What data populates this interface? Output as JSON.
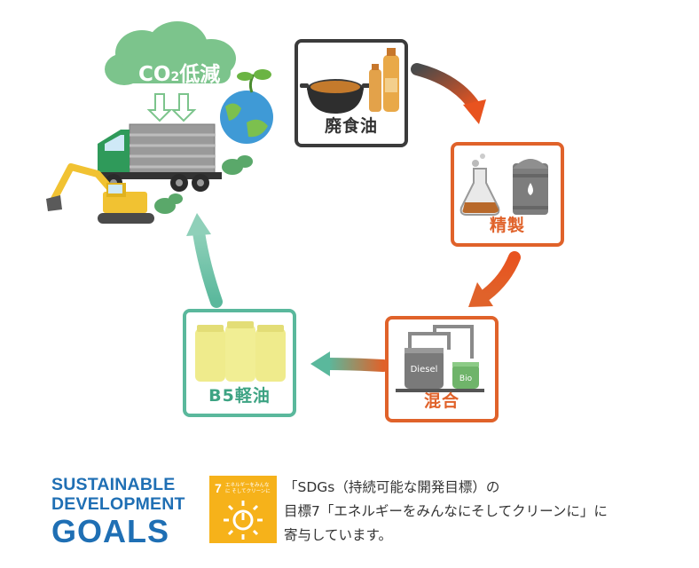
{
  "diagram": {
    "co2_cloud": {
      "prefix": "CO",
      "subscript": "2",
      "suffix": "低減"
    },
    "steps": [
      {
        "label": "廃食油"
      },
      {
        "label": "精製"
      },
      {
        "label": "混合"
      },
      {
        "label": "B5軽油"
      }
    ],
    "tank_labels": {
      "diesel": "Diesel",
      "bio": "Bio"
    },
    "colors": {
      "dark_box": "#3b3b3b",
      "orange": "#e0622a",
      "teal": "#5ab89c",
      "cloud_green": "#7cc48c"
    }
  },
  "sdg": {
    "logo_lines": [
      "SUSTAINABLE",
      "DEVELOPMENT",
      "GOALS"
    ],
    "goal_number": "7",
    "goal_title": "エネルギーをみんなに そしてクリーンに",
    "goal_color": "#f6b21a",
    "description_lines": [
      "「SDGs（持続可能な開発目標）の",
      "目標7「エネルギーをみんなにそしてクリーンに」に",
      "寄与しています。"
    ]
  }
}
